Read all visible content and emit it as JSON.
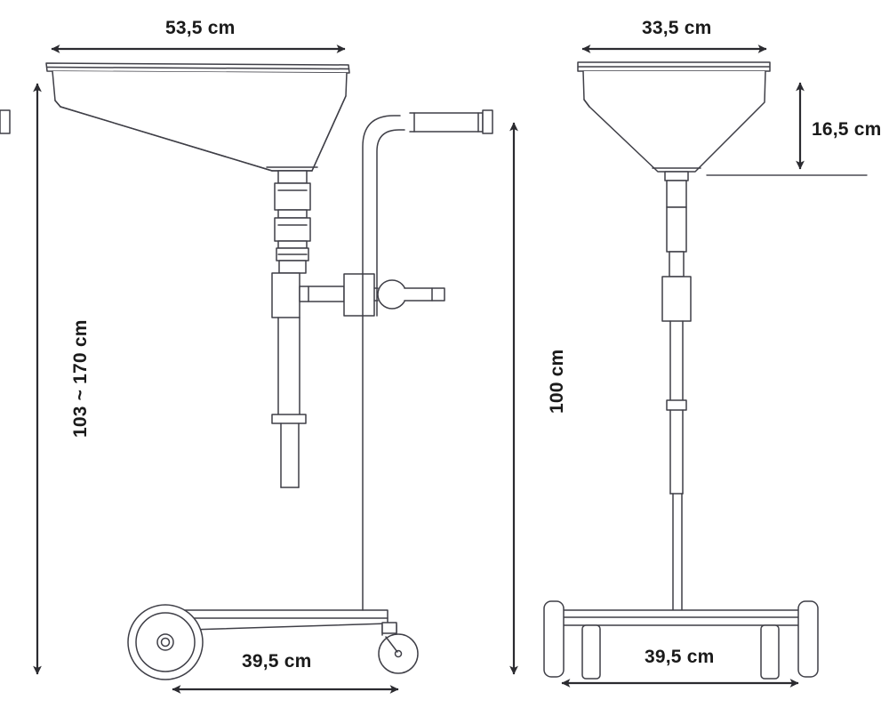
{
  "document": {
    "kind": "technical-dimension-drawing",
    "subject": "Mobile oil drain funnel trolley",
    "background_color": "#ffffff",
    "line_color": "#3a3a42",
    "text_color": "#1a1a1a",
    "views": [
      {
        "name": "side-view",
        "position": "left"
      },
      {
        "name": "front-view",
        "position": "right"
      }
    ]
  },
  "dimensions": {
    "funnel_width_side": {
      "label": "53,5 cm",
      "orientation": "horizontal",
      "view": "side-view",
      "measures": "funnel rim width"
    },
    "total_height_side": {
      "label": "103 ~ 170 cm",
      "orientation": "vertical",
      "view": "side-view",
      "measures": "adjustable overall height"
    },
    "base_length_side": {
      "label": "39,5 cm",
      "orientation": "horizontal",
      "view": "side-view",
      "measures": "base frame length"
    },
    "funnel_width_front": {
      "label": "33,5 cm",
      "orientation": "horizontal",
      "view": "front-view",
      "measures": "funnel rim depth"
    },
    "funnel_depth_front": {
      "label": "16,5 cm",
      "orientation": "vertical",
      "view": "front-view",
      "measures": "funnel bowl depth"
    },
    "total_height_front": {
      "label": "100 cm",
      "orientation": "vertical",
      "view": "front-view",
      "measures": "overall height"
    },
    "base_width_front": {
      "label": "39,5 cm",
      "orientation": "horizontal",
      "view": "front-view",
      "measures": "base frame width"
    }
  },
  "parts": {
    "side_view": [
      "funnel-bowl",
      "funnel-rim",
      "drain-neck",
      "telescopic-tube",
      "tube-collar",
      "valve-block",
      "ball-valve",
      "valve-lever",
      "push-handle",
      "handle-grip",
      "handle-post",
      "base-platform",
      "large-wheel",
      "caster-wheel"
    ],
    "front_view": [
      "funnel-bowl",
      "funnel-rim",
      "drain-neck",
      "telescopic-tube",
      "tube-collar",
      "base-beam",
      "base-leg"
    ]
  }
}
